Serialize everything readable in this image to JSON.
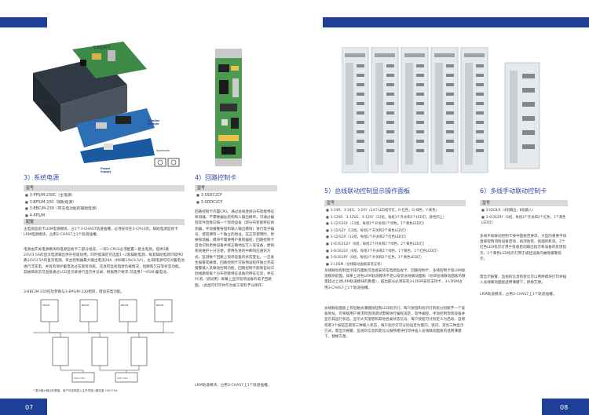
{
  "left": {
    "page_number": "07",
    "photo_labels": {
      "power_board": "电源监视卡",
      "power_module": "电源模块",
      "monitor_module": "Monitor\nModule",
      "power_supply": "Power\nSupply",
      "approvals": "Approvals"
    },
    "sec3": {
      "title": "3）系统电源",
      "model_label": "型号",
      "models": [
        "3-PPS/M-230C（主电源）",
        "3-BPS/M-230（辅助电源）",
        "3-BBC/M-230（带充电功能的辅助电源）",
        "4-PPS/M"
      ],
      "config_label": "配置",
      "config_text": "主电源监视卡LRM电源模块，占1个3-CHAS7轨道插槽，必须安装在3-CPU3旁。辅助电源监视卡LRM电源模块，占用3-CHAS7上1个轨道插槽。",
      "body_text": "电源由开关电源模块和电源监视卡二部分组成，一块3-CPU3必须配置一套主电源。提供2路24V/3.5A的直流电源输出供外控驱动用。同时能满足可选配1~2套辅助电源，每套辅助电源可提供2路24V/3.5A的直流电源。单台控制器最大输出电流28A（共8路24V/3.5A），主/辅电源均可对蓄电池进行浮充电，并具有保护蓄电池过充放等功能。还具有监视电源负载情况，短路和欠压等状态功能。其故障状态可直接通过LCD显示屏进行显示并记录，根据用户要求,可选用7～65Ah蓄电池。",
      "note": "3-BBC/M-230包括参数与3-BPS/M-230相同，增加充电功能。",
      "diagram_legend": "* 表示最大输出负载值，用户可选择插入主开关插入额定值 24V/3.5A"
    },
    "sec4": {
      "title": "4）回路控制卡",
      "model_label": "型号",
      "models": [
        "3-SSDC2CF",
        "3-SDDC2CF"
      ],
      "body_text": "回路控制卡内置CPU。通过总线连接分布智能特征探测器，不需要编址结构和入输出模块，可通过编程软件直接向每一个现场设备（即分布智能特征探测器，手动报警按钮和输入输出模块）进行电子编号，使其拥有一个独立的地址。在正常使用时，更换探测器、模块不需要用户重新编程，回路控制卡自动识别更换设备并将正确地址写入该设备，便将系统维护十分方便。使用先进的中断响应通讯方式，监测数个回路上现场设备的状态变化，一旦发生报警或故障，回路控制卡可按预设程序独立完成报警输入及联动控制功能，回路控制卡能够自动识别线路和每个分布智能特征设备的特征信息，并在PC机（调试用）屏幕上显示现场设备的电子回路图。（此图可打印并作为竣工资料予以保存）",
      "slot_text": "LRM轨道模块，占用3-CHAS7上1个轨道插槽。"
    }
  },
  "right": {
    "page_number": "08",
    "sec5": {
      "title": "5）总线联动控制显示操作面板",
      "model_label": "型号",
      "models": [
        "3-24R、3-24G、3-24Y（24个LED指示灯，R-红色，G-绿色，Y-黄色）",
        "3-12SR、3-12SG、3-12SY（12组，每组1个开关和1个LED灯，颜色同上）",
        "3-12/S1GY（12组，每组1个开关和1个绿色，1个黄色LED灯）",
        "3-12/S2Y（12组，每组1个开关和2个黄色LED灯）",
        "3-12/S2R（12组，每组1个开关和2个红色LED灯）",
        "3-6/3S1G2Y（6组，每组3个开关和1个绿色、2个黄色LED灯）",
        "3-6/3S1GY（6组，每组3个开关和1个绿色、1个黄色、1个红色LED灯）",
        "3-6/3S1RY（6组，每组3个开关和2个红色、1个黄色LED灯）",
        "3-LDSM（总线联动面板安装支架）"
      ],
      "body1": "总线联动控制显示操作面板可直接安装在电源监视卡、回路控制卡、多线控制卡等LRM轨道模块前面。如果上述各LRM轨道模块不足以安装总线联动面板（亦即总线联动面板的数量超过上述LRM轨道模块的数量），超出部分必须安装3-LDSM安装支持卡，3-LDSM占用3-CHAS7上1个轨道插槽。",
      "body2": "总线联动面板上有轻触式薄膜按钮和LED指示灯，每只按钮和指示灯系统分别赋予一个设备地址，可根据用户要求和现场调试需要进行编程设定，软件编程，手动控制现场设备并显示其运行状态。显示大灭菌管和其他各类状态信号，每只按钮可分别定义为启动、自锁或者3个按钮互锁等三种输入状态，每只指示灯可分别设定为慢闪、快闪、常亮三种显示方式。需显示报警、监视的信息和变化以报移模块打印并插入总线联动面板的透明薄膜下，替换方便。"
    },
    "sec6": {
      "title": "6）多线手动联动控制卡",
      "model_label": "型号",
      "models": [
        "3-IDC8/4（4组输出，8组输入）",
        "3-6/3S2RY（6组，每组3个开关和2个红色、1个黄色LED灯）"
      ],
      "body1": "多线手动联动控制卡按中国规范要求，大型的重要手动直接控制消防设备启动，如消防泵、排烟风机等。2个红色LED指示灯用于接收启动输出指示和设备的反馈指示。1个黄色LED指示灯用于被控设备的故障报警指示。",
      "body2": "需显示报警、监视的信息和变化可以用终模块打印并插入总线联动面板透明薄膜下，替换方便。",
      "slot_text": "LRM轨道模块，占用3-CHAS7上1个轨道插槽。"
    }
  }
}
